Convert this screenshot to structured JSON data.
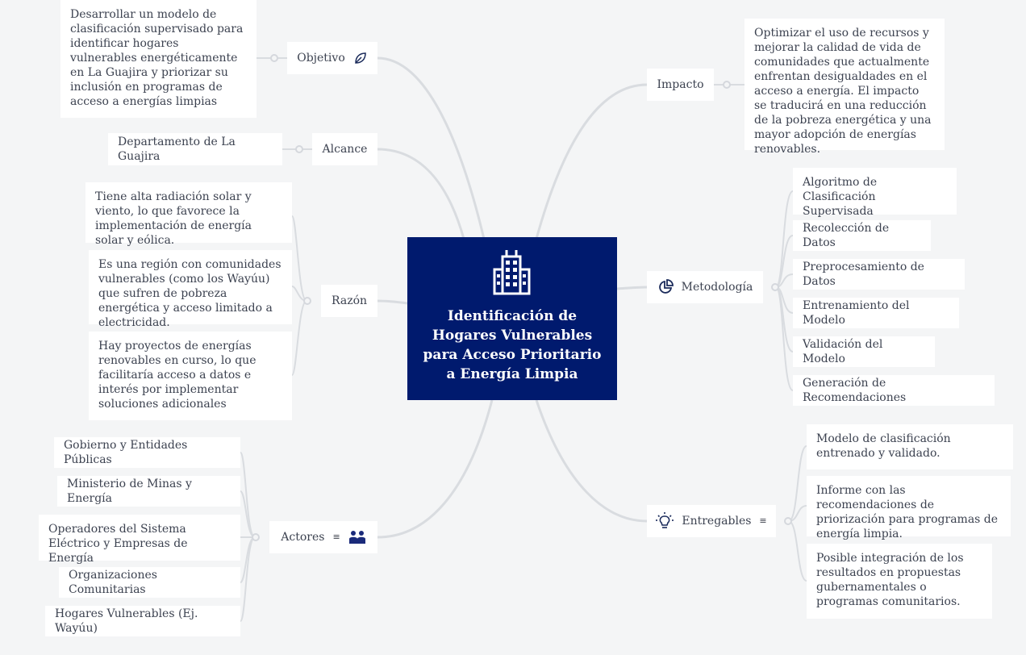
{
  "center": {
    "title": "Identificación de Hogares Vulnerables para Acceso Prioritario a Energía Limpia",
    "icon": "building-icon",
    "color": "#001a6e"
  },
  "left": {
    "objetivo": {
      "label": "Objetivo",
      "icon": "leaf-icon",
      "children": [
        "Desarrollar un modelo de clasificación supervisado para identificar hogares vulnerables energéticamente en La Guajira y priorizar su inclusión en programas de acceso a energías limpias"
      ]
    },
    "alcance": {
      "label": "Alcance",
      "children": [
        "Departamento de La Guajira"
      ]
    },
    "razon": {
      "label": "Razón",
      "children": [
        "Tiene alta radiación solar y viento, lo que favorece la implementación de energía solar y eólica.",
        "Es una región con comunidades vulnerables (como los Wayúu) que sufren de pobreza energética y acceso limitado a electricidad.",
        "Hay proyectos de energías renovables en curso, lo que facilitaría acceso a datos e interés por implementar soluciones adicionales"
      ]
    },
    "actores": {
      "label": "Actores",
      "icon": "people-icon",
      "children": [
        "Gobierno y Entidades Públicas",
        "Ministerio de Minas y Energía",
        "Operadores del Sistema Eléctrico y Empresas de Energía",
        "Organizaciones Comunitarias",
        "Hogares Vulnerables (Ej. Wayúu)"
      ]
    }
  },
  "right": {
    "impacto": {
      "label": "Impacto",
      "children": [
        "Optimizar el uso de recursos y mejorar la calidad de vida de comunidades que actualmente enfrentan desigualdades en el acceso a energía. El impacto se traducirá en una reducción de la pobreza energética y una mayor adopción de energías renovables."
      ]
    },
    "metodologia": {
      "label": "Metodología",
      "icon": "pie-chart-icon",
      "children": [
        "Algoritmo de Clasificación Supervisada",
        "Recolección de Datos",
        "Preprocesamiento de Datos",
        "Entrenamiento del Modelo",
        "Validación del Modelo",
        "Generación de Recomendaciones"
      ]
    },
    "entregables": {
      "label": "Entregables",
      "icon": "lightbulb-icon",
      "children": [
        "Modelo de clasificación entrenado y validado.",
        "Informe con las recomendaciones de priorización para programas de energía limpia.",
        "Posible integración de los resultados en propuestas gubernamentales o programas comunitarios."
      ]
    }
  }
}
